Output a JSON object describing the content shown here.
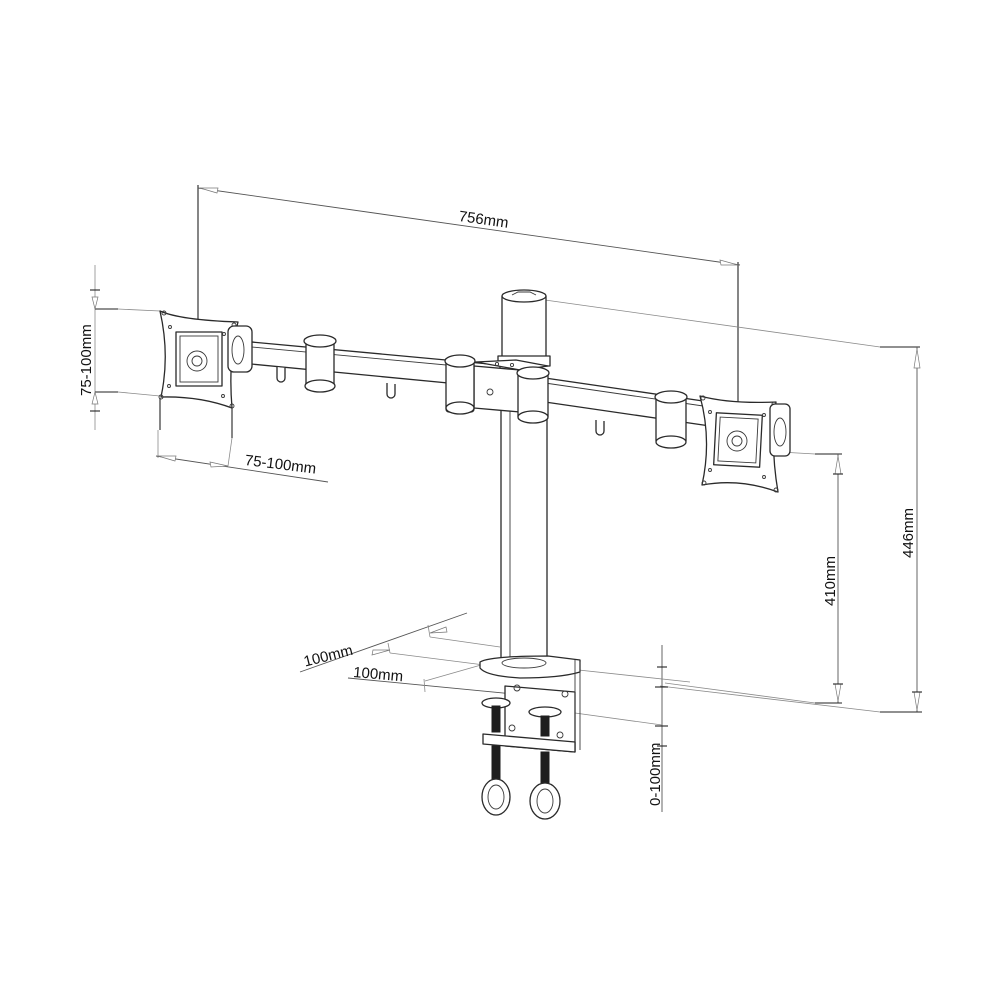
{
  "diagram": {
    "subject": "Dual monitor desk clamp mount",
    "line_color": "#2a2a2a",
    "dimension_line_color": "#555555",
    "background": "#ffffff"
  },
  "dimensions": {
    "overall_width": "756mm",
    "vesa_height": "75-100mm",
    "vesa_width": "75-100mm",
    "total_height": "446mm",
    "arm_height": "410mm",
    "base_depth_1": "100mm",
    "base_depth_2": "100mm",
    "clamp_range": "0-100mm"
  },
  "components": [
    {
      "name": "left-vesa-plate"
    },
    {
      "name": "right-vesa-plate"
    },
    {
      "name": "crossbar-arm"
    },
    {
      "name": "center-pole"
    },
    {
      "name": "pole-cap"
    },
    {
      "name": "desk-clamp"
    },
    {
      "name": "clamp-screw-left"
    },
    {
      "name": "clamp-screw-right"
    }
  ]
}
